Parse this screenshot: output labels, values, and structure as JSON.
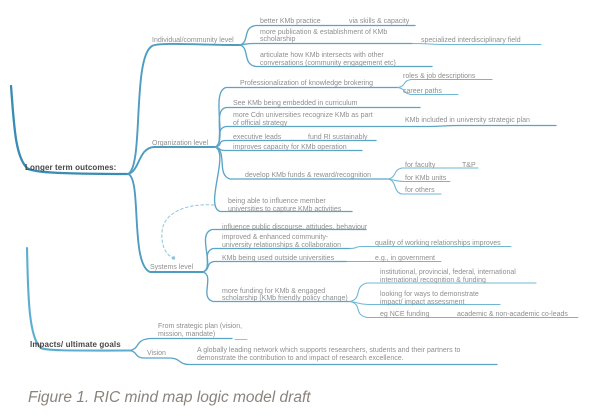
{
  "caption": "Figure 1. RIC mind map logic model draft",
  "colors": {
    "trunk_blue": "#3a8cb3",
    "branch_blue": "#5ba4c6",
    "light_blue": "#8cc6dc",
    "node_text": "#8f8f8f",
    "root_text": "#474747",
    "caption_text": "#8b847c"
  },
  "outcomes": {
    "label": "Longer term outcomes:",
    "individual": {
      "label": "Individual/community level",
      "items": {
        "practice": "better KMb practice",
        "practice_via": "via skills & capacity",
        "publication": "more publication & establishment of KMb\nscholarship",
        "specialized": "specialized interdisciplinary field",
        "articulate": "articulate how KMb intersects with other\nconversations (community engagement etc)"
      }
    },
    "organization": {
      "label": "Organization level",
      "items": {
        "professionalization": "Professionalization of knowledge brokering",
        "roles": "roles & job descriptions",
        "career": "career paths",
        "curriculum": "See KMb being embedded in curriculum",
        "recognize": "more Cdn universities recognize KMb as part\nof official strategy",
        "strategic_plan": "KMb included in university strategic plan",
        "executive": "executive leads",
        "fund_ri": "fund RI sustainably",
        "capacity": "improves capacity for KMb operation",
        "funds": "develop KMb funds & reward/recognition",
        "faculty": "for faculty",
        "tp": "T&P",
        "kmb_units": "for KMb units",
        "others": "for others",
        "influence_member": "being able to influence member\nuniversities to capture KMb activities"
      }
    },
    "systems": {
      "label": "Systems level",
      "items": {
        "discourse": "influence public discourse, attitudes, behaviour",
        "community": "improved & enhanced community-\nuniversity relationships & collaboration",
        "quality": "quality of working relationships improves",
        "outside": "KMb being used outside universities",
        "government": "e.g., in government",
        "funding": "more funding for KMb & engaged\nscholarship (KMb friendly policy change)",
        "institutional": "institutional, provincial, federal, international\ninternational recognition & funding",
        "demonstrate": "looking for ways to demonstrate\nimpact/ impact assessment",
        "nce": "eg NCE funding",
        "coleads": "academic & non-academic co-leads"
      }
    }
  },
  "impacts": {
    "label": "Impacts/ ultimate goals",
    "items": {
      "strategic": "From strategic plan (vision,\nmission, mandate)",
      "vision": "Vision",
      "vision_text": "A globally leading network which supports researchers, students and their partners to\ndemonstrate the contribution to and impact of research excellence."
    }
  }
}
